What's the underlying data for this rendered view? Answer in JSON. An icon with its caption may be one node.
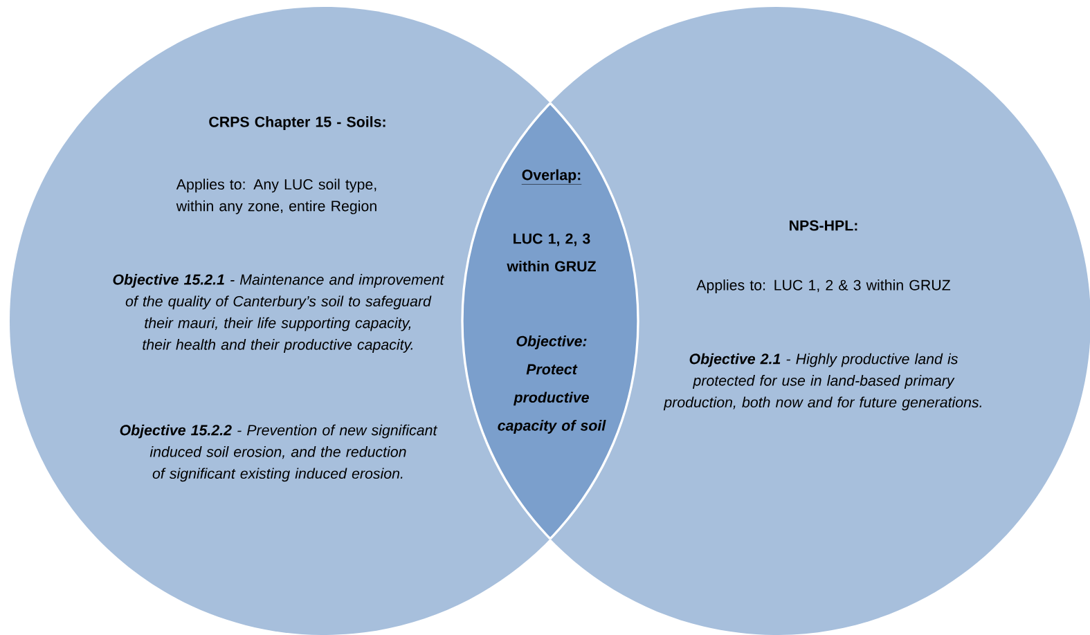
{
  "diagram": {
    "nodes": [
      {
        "text": [
          "CRPS Chapter 15 - Soils:",
          "Applies to: Any LUC soil type, within any zone, entire Region",
          "**Objective 15.2.1** - Maintenance and improvement of the quality of Canterbury’s soil to safeguard their mauri, their life supporting capacity, their health and their productive capacity.",
          "**Objective 15.2.2** - Prevention of new significant induced soil erosion, and the reduction of significant existing induced erosion."
        ]
      },
      {
        "text": [
          "NPS-HPL:",
          "Applies to: LUC 1, 2 & 3 within GRUZ",
          "**Objective 2.1** - Highly productive land is protected for use in land-based primary production, both now and for future generations."
        ]
      },
      {
        "text": [
          "Overlap:",
          "LUC 1, 2, 3 within GRUZ",
          "Objective: Protect productive capacity of soil"
        ]
      }
    ]
  }
}
